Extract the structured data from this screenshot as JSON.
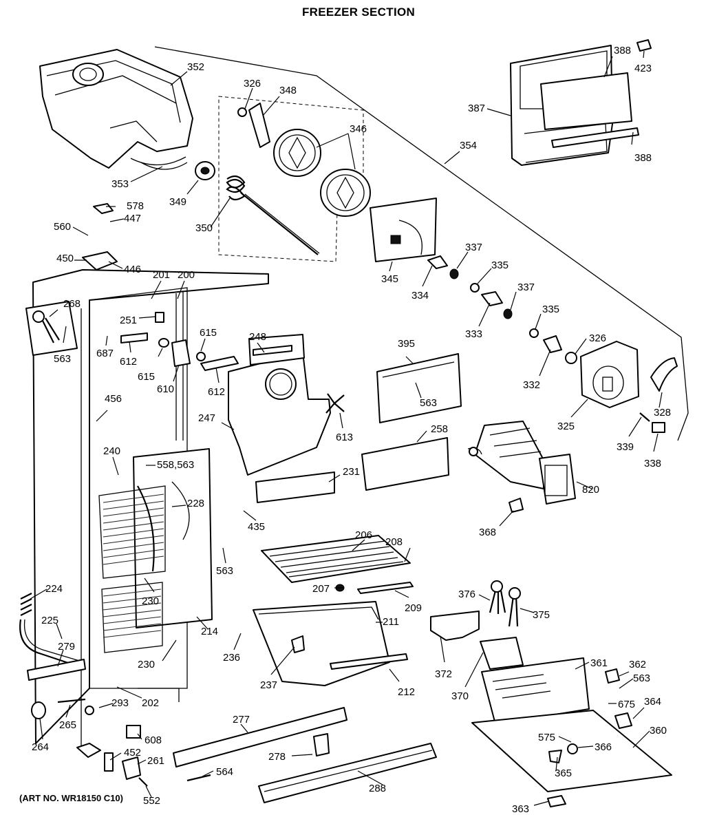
{
  "title": "FREEZER SECTION",
  "art_number": "(ART NO. WR18150 C10)",
  "parts": [
    {
      "label": "352"
    },
    {
      "label": "326"
    },
    {
      "label": "348"
    },
    {
      "label": "346"
    },
    {
      "label": "388"
    },
    {
      "label": "423"
    },
    {
      "label": "387"
    },
    {
      "label": "388"
    },
    {
      "label": "354"
    },
    {
      "label": "353"
    },
    {
      "label": "349"
    },
    {
      "label": "350"
    },
    {
      "label": "578"
    },
    {
      "label": "447"
    },
    {
      "label": "560"
    },
    {
      "label": "450"
    },
    {
      "label": "446"
    },
    {
      "label": "345"
    },
    {
      "label": "337"
    },
    {
      "label": "335"
    },
    {
      "label": "334"
    },
    {
      "label": "337"
    },
    {
      "label": "333"
    },
    {
      "label": "335"
    },
    {
      "label": "326"
    },
    {
      "label": "332"
    },
    {
      "label": "325"
    },
    {
      "label": "328"
    },
    {
      "label": "339"
    },
    {
      "label": "338"
    },
    {
      "label": "201"
    },
    {
      "label": "200"
    },
    {
      "label": "268"
    },
    {
      "label": "563"
    },
    {
      "label": "251"
    },
    {
      "label": "687"
    },
    {
      "label": "612"
    },
    {
      "label": "615"
    },
    {
      "label": "615"
    },
    {
      "label": "610"
    },
    {
      "label": "612"
    },
    {
      "label": "248"
    },
    {
      "label": "395"
    },
    {
      "label": "563"
    },
    {
      "label": "456"
    },
    {
      "label": "247"
    },
    {
      "label": "613"
    },
    {
      "label": "258"
    },
    {
      "label": "240"
    },
    {
      "label": "558,563"
    },
    {
      "label": "231"
    },
    {
      "label": "228"
    },
    {
      "label": "435"
    },
    {
      "label": "820"
    },
    {
      "label": "368"
    },
    {
      "label": "206"
    },
    {
      "label": "208"
    },
    {
      "label": "563"
    },
    {
      "label": "224"
    },
    {
      "label": "207"
    },
    {
      "label": "230"
    },
    {
      "label": "376"
    },
    {
      "label": "209"
    },
    {
      "label": "375"
    },
    {
      "label": "225"
    },
    {
      "label": "214"
    },
    {
      "label": "211"
    },
    {
      "label": "279"
    },
    {
      "label": "236"
    },
    {
      "label": "230"
    },
    {
      "label": "372"
    },
    {
      "label": "237"
    },
    {
      "label": "212"
    },
    {
      "label": "370"
    },
    {
      "label": "361"
    },
    {
      "label": "362"
    },
    {
      "label": "563"
    },
    {
      "label": "202"
    },
    {
      "label": "293"
    },
    {
      "label": "675"
    },
    {
      "label": "364"
    },
    {
      "label": "265"
    },
    {
      "label": "277"
    },
    {
      "label": "264"
    },
    {
      "label": "608"
    },
    {
      "label": "360"
    },
    {
      "label": "575"
    },
    {
      "label": "366"
    },
    {
      "label": "452"
    },
    {
      "label": "261"
    },
    {
      "label": "278"
    },
    {
      "label": "365"
    },
    {
      "label": "564"
    },
    {
      "label": "288"
    },
    {
      "label": "552"
    },
    {
      "label": "363"
    }
  ]
}
